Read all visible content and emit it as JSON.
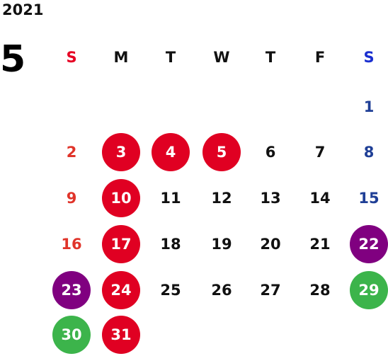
{
  "calendar": {
    "year": "2021",
    "month": "5",
    "weekdays": [
      {
        "label": "S",
        "kind": "sun"
      },
      {
        "label": "M",
        "kind": "wd"
      },
      {
        "label": "T",
        "kind": "wd"
      },
      {
        "label": "W",
        "kind": "wd"
      },
      {
        "label": "T",
        "kind": "wd"
      },
      {
        "label": "F",
        "kind": "wd"
      },
      {
        "label": "S",
        "kind": "sat"
      }
    ],
    "first_weekday_index": 6,
    "days": [
      {
        "day": "1",
        "highlight": "none"
      },
      {
        "day": "2",
        "highlight": "none"
      },
      {
        "day": "3",
        "highlight": "red"
      },
      {
        "day": "4",
        "highlight": "red"
      },
      {
        "day": "5",
        "highlight": "red"
      },
      {
        "day": "6",
        "highlight": "none"
      },
      {
        "day": "7",
        "highlight": "none"
      },
      {
        "day": "8",
        "highlight": "none"
      },
      {
        "day": "9",
        "highlight": "none"
      },
      {
        "day": "10",
        "highlight": "red"
      },
      {
        "day": "11",
        "highlight": "none"
      },
      {
        "day": "12",
        "highlight": "none"
      },
      {
        "day": "13",
        "highlight": "none"
      },
      {
        "day": "14",
        "highlight": "none"
      },
      {
        "day": "15",
        "highlight": "none"
      },
      {
        "day": "16",
        "highlight": "none"
      },
      {
        "day": "17",
        "highlight": "red"
      },
      {
        "day": "18",
        "highlight": "none"
      },
      {
        "day": "19",
        "highlight": "none"
      },
      {
        "day": "20",
        "highlight": "none"
      },
      {
        "day": "21",
        "highlight": "none"
      },
      {
        "day": "22",
        "highlight": "purple"
      },
      {
        "day": "23",
        "highlight": "purple"
      },
      {
        "day": "24",
        "highlight": "red"
      },
      {
        "day": "25",
        "highlight": "none"
      },
      {
        "day": "26",
        "highlight": "none"
      },
      {
        "day": "27",
        "highlight": "none"
      },
      {
        "day": "28",
        "highlight": "none"
      },
      {
        "day": "29",
        "highlight": "green"
      },
      {
        "day": "30",
        "highlight": "green"
      },
      {
        "day": "31",
        "highlight": "red"
      }
    ]
  },
  "colors": {
    "sunday_text": "#e0342a",
    "saturday_text": "#1f3f96",
    "holiday_red": "#e00022",
    "purple": "#800080",
    "green": "#3cb44b"
  }
}
